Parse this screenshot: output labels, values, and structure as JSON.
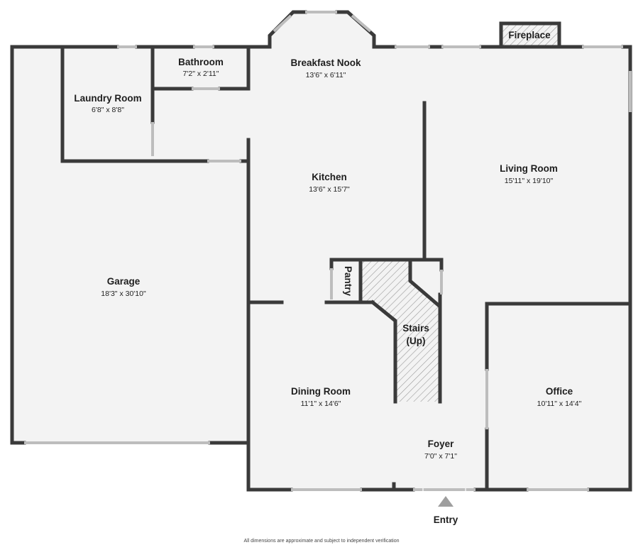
{
  "rooms": {
    "breakfast_nook": {
      "name": "Breakfast Nook",
      "dims": "13'6\" x 6'11\""
    },
    "bathroom": {
      "name": "Bathroom",
      "dims": "7'2\" x 2'11\""
    },
    "laundry": {
      "name": "Laundry Room",
      "dims": "6'8\" x 8'8\""
    },
    "kitchen": {
      "name": "Kitchen",
      "dims": "13'6\" x 15'7\""
    },
    "living": {
      "name": "Living Room",
      "dims": "15'11\" x 19'10\""
    },
    "garage": {
      "name": "Garage",
      "dims": "18'3\" x 30'10\""
    },
    "dining": {
      "name": "Dining Room",
      "dims": "11'1\" x 14'6\""
    },
    "office": {
      "name": "Office",
      "dims": "10'11\" x 14'4\""
    },
    "foyer": {
      "name": "Foyer",
      "dims": "7'0\" x 7'1\""
    }
  },
  "features": {
    "fireplace": "Fireplace",
    "pantry": "Pantry",
    "stairs_line1": "Stairs",
    "stairs_line2": "(Up)",
    "entry": "Entry"
  },
  "footer": {
    "disclaimer": "All dimensions are approximate and subject to independent verification"
  },
  "colors": {
    "wall": "#3a3a3a",
    "floor": "#f3f3f3",
    "window": "#bdbdbd"
  }
}
